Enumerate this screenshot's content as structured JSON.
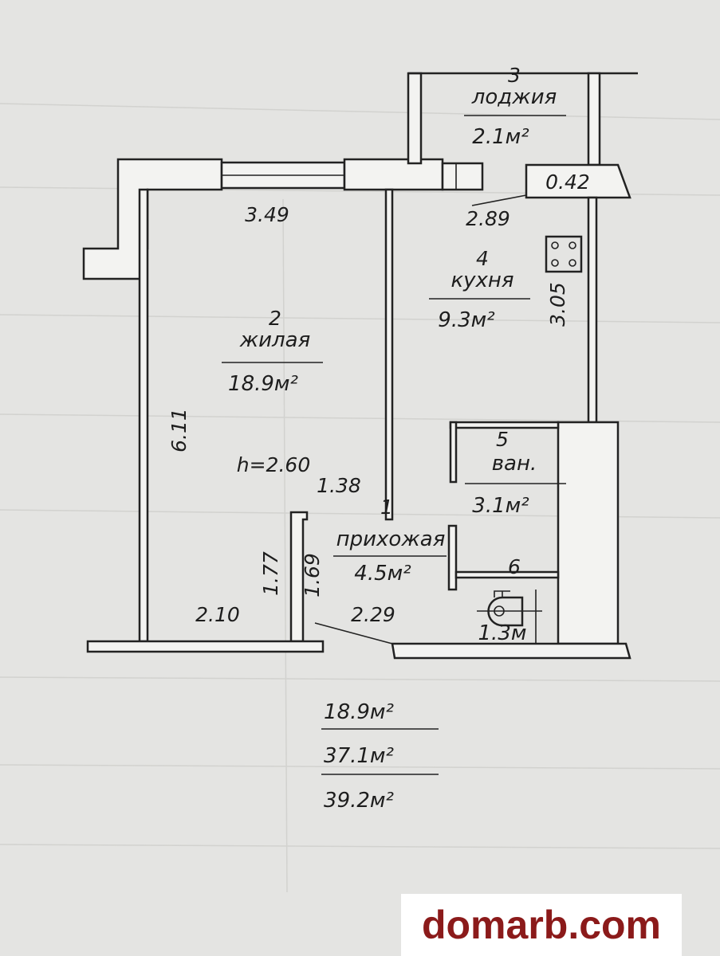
{
  "rooms": [
    {
      "number": "1",
      "name": "прихожая",
      "area": "4.5м²"
    },
    {
      "number": "2",
      "name": "жилая",
      "area": "18.9м²"
    },
    {
      "number": "3",
      "name": "лоджия",
      "area": "2.1м²"
    },
    {
      "number": "4",
      "name": "кухня",
      "area": "9.3м²"
    },
    {
      "number": "5",
      "name": "ван.",
      "area": "3.1м²"
    },
    {
      "number": "6",
      "name": "",
      "area": "1.3м"
    }
  ],
  "dimensions": {
    "living_width": "3.49",
    "living_length": "6.11",
    "ceiling_height": "h=2.60",
    "hall_1": "1.38",
    "wall_177": "1.77",
    "wall_169": "1.69",
    "living_bottom": "2.10",
    "hall_bottom": "2.29",
    "kitchen_width": "2.89",
    "kitchen_length": "3.05",
    "loggia_step": "0.42"
  },
  "totals": {
    "living": "18.9м²",
    "total": "37.1м²",
    "total_with_loggia": "39.2м²"
  },
  "watermark": "domarb.com",
  "icons": [
    "stove-icon",
    "boiler-icon"
  ]
}
